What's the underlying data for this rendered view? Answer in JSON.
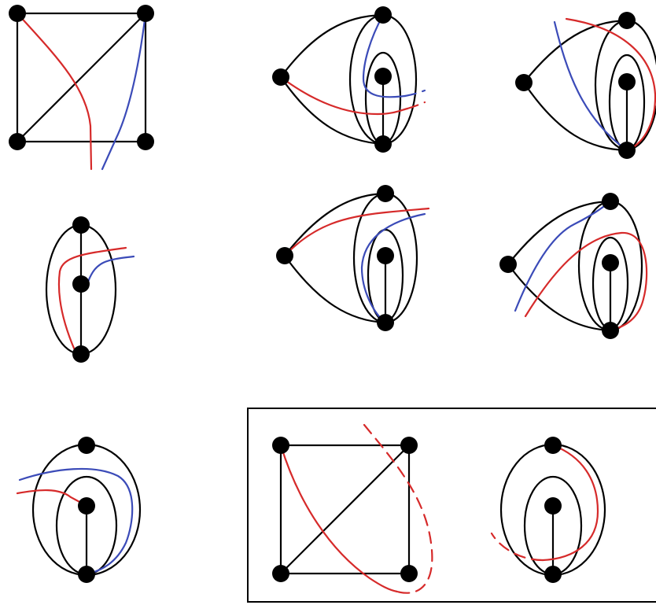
{
  "colors": {
    "edge": "#000000",
    "vertex": "#000000",
    "red_curve": "#d62a2a",
    "blue_curve": "#3b4bb8",
    "background": "#ffffff"
  },
  "figures": [
    {
      "id": "square-with-diagonal",
      "vertices": 4,
      "curves": [
        "red",
        "blue"
      ]
    },
    {
      "id": "nested-ovals-1",
      "vertices": 4,
      "curves": [
        "red",
        "blue"
      ],
      "dashed_ends": true
    },
    {
      "id": "nested-ovals-2",
      "vertices": 4,
      "curves": [
        "red",
        "blue"
      ]
    },
    {
      "id": "single-oval",
      "vertices": 3,
      "curves": [
        "red",
        "blue"
      ]
    },
    {
      "id": "nested-ovals-3",
      "vertices": 4,
      "curves": [
        "red",
        "blue"
      ]
    },
    {
      "id": "nested-ovals-4",
      "vertices": 4,
      "curves": [
        "red",
        "blue"
      ]
    },
    {
      "id": "three-vertex-ovals",
      "vertices": 3,
      "curves": [
        "red",
        "blue"
      ]
    },
    {
      "id": "boxed-square",
      "vertices": 4,
      "curves": [
        "red"
      ],
      "dashed_ends": true,
      "boxed": true
    },
    {
      "id": "boxed-ovals",
      "vertices": 3,
      "curves": [
        "red"
      ],
      "dashed_ends": true,
      "boxed": true
    }
  ]
}
